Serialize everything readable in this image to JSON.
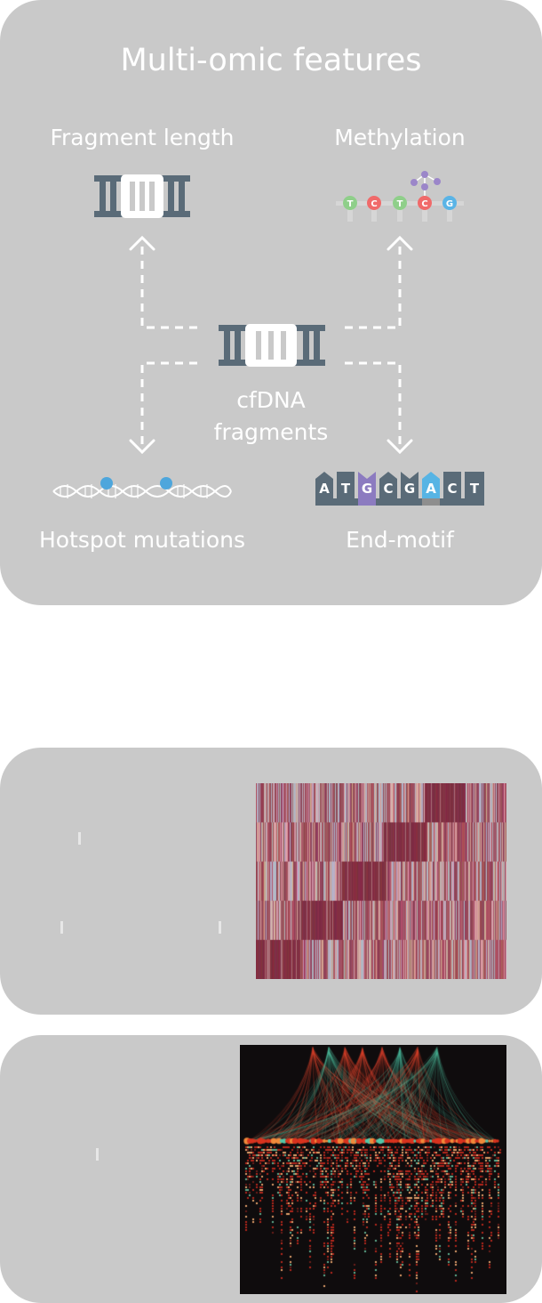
{
  "title": "Multi-omic features",
  "features": {
    "fragment_length": "Fragment length",
    "methylation": "Methylation",
    "hotspot_mutations": "Hotspot mutations",
    "end_motif": "End-motif"
  },
  "center": {
    "line1": "cfDNA",
    "line2": "fragments"
  },
  "methylation_bases": [
    "T",
    "C",
    "T",
    "C",
    "G"
  ],
  "end_motif_bases": [
    "A",
    "T",
    "G",
    "C",
    "G",
    "A",
    "C",
    "T"
  ],
  "colors": {
    "panel": "#c9c9c9",
    "dna_slate": "#5a6b78",
    "methyl_green": "#8fcf8a",
    "methyl_red": "#f06a6a",
    "methyl_blue": "#5ab4e6",
    "methyl_purple": "#9b86c9",
    "mutation_blue": "#4ea6dc",
    "motif_purple": "#8c7bc0",
    "motif_blue": "#57b4e4",
    "heatmap_dark": "#7a2d3f",
    "network_bg": "#0f0c0d"
  }
}
